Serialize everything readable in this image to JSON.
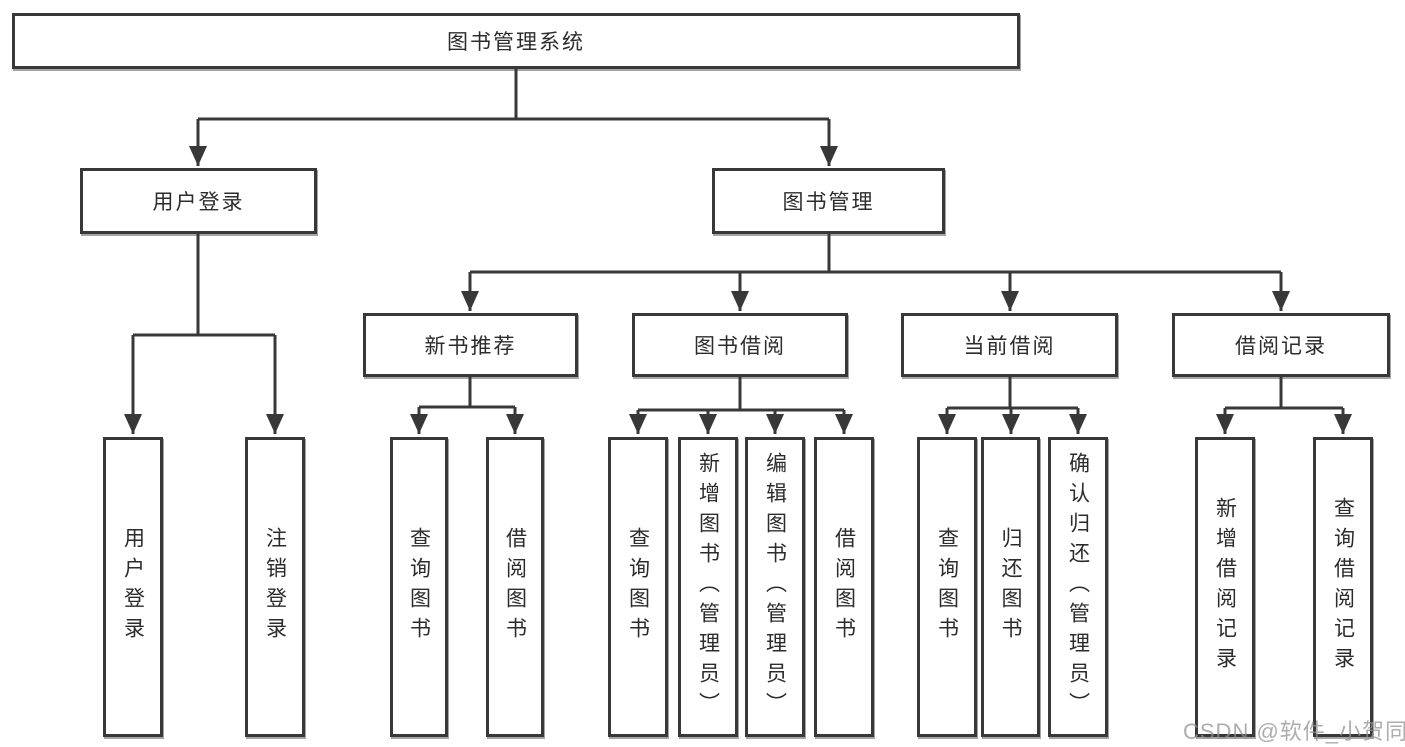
{
  "diagram": {
    "type": "hierarchy-tree",
    "title": "图书管理系统",
    "colors": {
      "line": "#383838",
      "border": "#383838",
      "text": "#2c2c2c",
      "watermark": "#919191",
      "background": "#ffffff"
    },
    "hierarchy": {
      "label": "图书管理系统",
      "children": [
        {
          "label": "用户登录",
          "children": [
            {
              "label": "用户登录"
            },
            {
              "label": "注销登录"
            }
          ]
        },
        {
          "label": "图书管理",
          "children": [
            {
              "label": "新书推荐",
              "children": [
                {
                  "label": "查询图书"
                },
                {
                  "label": "借阅图书"
                }
              ]
            },
            {
              "label": "图书借阅",
              "children": [
                {
                  "label": "查询图书"
                },
                {
                  "label": "新增图书（管理员）"
                },
                {
                  "label": "编辑图书（管理员）"
                },
                {
                  "label": "借阅图书"
                }
              ]
            },
            {
              "label": "当前借阅",
              "children": [
                {
                  "label": "查询图书"
                },
                {
                  "label": "归还图书"
                },
                {
                  "label": "确认归还（管理员）"
                }
              ]
            },
            {
              "label": "借阅记录",
              "children": [
                {
                  "label": "新增借阅记录"
                },
                {
                  "label": "查询借阅记录"
                }
              ]
            }
          ]
        }
      ]
    }
  },
  "nodes": {
    "root": "图书管理系统",
    "user_login": "用户登录",
    "book_mgmt": "图书管理",
    "new_book_rec": "新书推荐",
    "book_borrow": "图书借阅",
    "current_borrow": "当前借阅",
    "borrow_record": "借阅记录",
    "leaf_user_login": "用户登录",
    "leaf_logout": "注销登录",
    "leaf_query_book_1": "查询图书",
    "leaf_borrow_book_1": "借阅图书",
    "leaf_query_book_2": "查询图书",
    "leaf_add_book": "新增图书（管理员）",
    "leaf_edit_book": "编辑图书（管理员）",
    "leaf_borrow_book_2": "借阅图书",
    "leaf_query_book_3": "查询图书",
    "leaf_return_book": "归还图书",
    "leaf_confirm_return": "确认归还（管理员）",
    "leaf_add_record": "新增借阅记录",
    "leaf_query_record": "查询借阅记录"
  },
  "watermark": "CSDN @软件_小贺同学"
}
